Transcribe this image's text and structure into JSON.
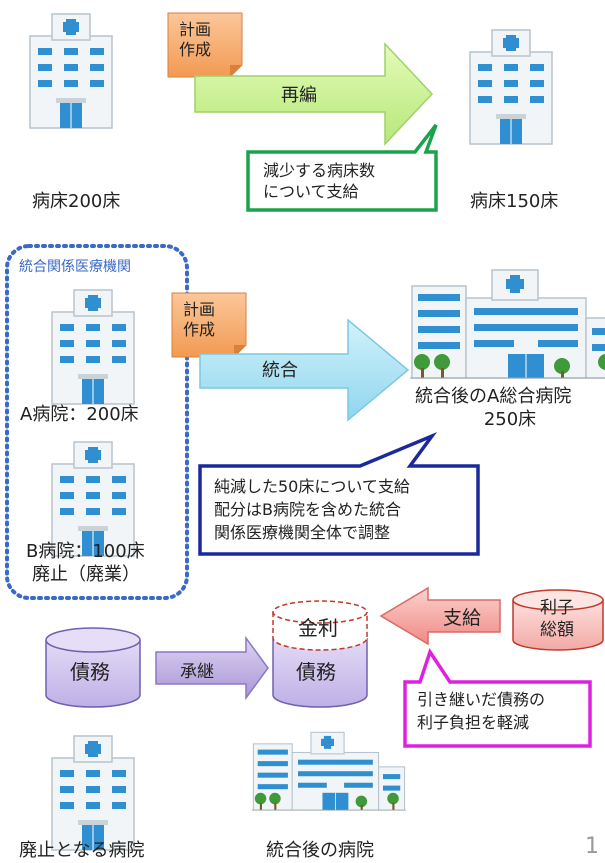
{
  "section1": {
    "plan_note": [
      "計画",
      "作成"
    ],
    "arrow_label": "再編",
    "before_label": "病床200床",
    "after_label": "病床150床",
    "callout_lines": [
      "減少する病床数",
      "について支給"
    ]
  },
  "section2": {
    "group_title": "統合関係医療機関",
    "plan_note": [
      "計画",
      "作成"
    ],
    "arrow_label": "統合",
    "hospital_a_label": "A病院：200床",
    "hospital_b_lines": [
      "B病院：100床",
      "廃止（廃業）"
    ],
    "merged_lines": [
      "統合後のA総合病院",
      "250床"
    ],
    "callout_lines": [
      "純減した50床について支給",
      "配分はB病院を含めた統合",
      "関係医療機関全体で調整"
    ]
  },
  "section3": {
    "debt_label": "債務",
    "transfer_label": "承継",
    "debt_right_label": "債務",
    "interest_label": "金利",
    "supply_label": "支給",
    "interest_total_lines": [
      "利子",
      "総額"
    ],
    "callout_lines": [
      "引き継いだ債務の",
      "利子負担を軽減"
    ],
    "closing_hospital_label": "廃止となる病院",
    "merged_hospital_label": "統合後の病院"
  },
  "page_number": "1",
  "colors": {
    "note_orange": "#f6a35f",
    "arrow_green": "#c6f08a",
    "arrow_blue": "#a8e2f2",
    "arrow_purple": "#b8a8dc",
    "arrow_red": "#f5a3a0",
    "callout_green": "#1aa34a",
    "callout_navy": "#1a2a9c",
    "callout_magenta": "#e020e0",
    "group_border": "#3a6ac8"
  }
}
